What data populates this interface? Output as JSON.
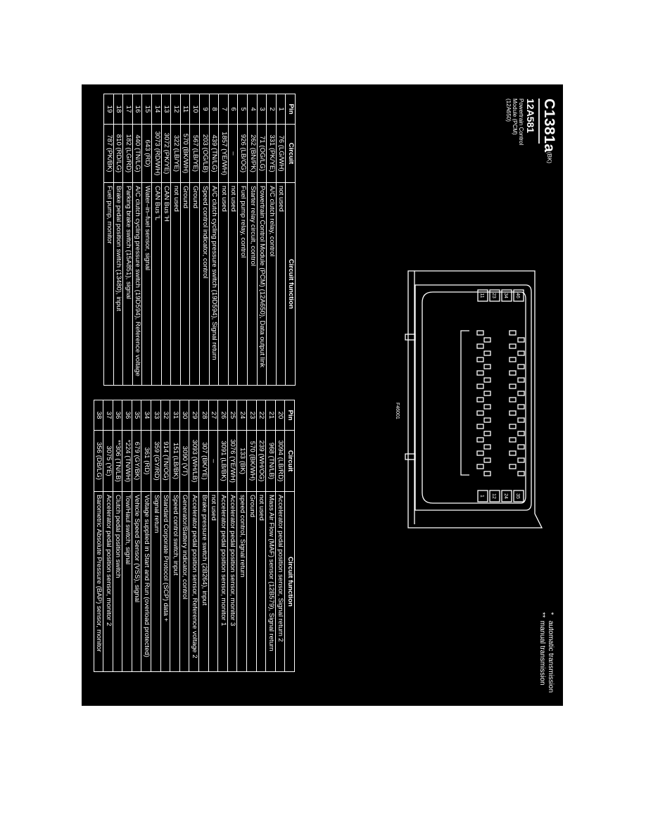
{
  "header": {
    "connector_id": "C1381a",
    "connector_suffix": "(BK)",
    "part_number": "12A581",
    "description": "Powertrain Control Module (PCM) (12A650)"
  },
  "footnotes": [
    {
      "mark": "*",
      "text": "automatic transmission"
    },
    {
      "mark": "**",
      "text": "manual transmission"
    }
  ],
  "figure_label": "F46001",
  "connector_pin_labels": [
    "46",
    "34",
    "23",
    "11",
    "1",
    "12",
    "24",
    "35"
  ],
  "columns": {
    "pin": "Pin",
    "circuit": "Circuit",
    "function": "Circuit function"
  },
  "left_table": [
    {
      "pin": "1",
      "circuit": "76 (LG/WH)",
      "function": "not used"
    },
    {
      "pin": "2",
      "circuit": "331 (PK/YE)",
      "function": "A/C clutch relay, control"
    },
    {
      "pin": "3",
      "circuit": "71 (OG/LG)",
      "function": "Powertrain Control Module (PCM) (12A650), Data output link"
    },
    {
      "pin": "4",
      "circuit": "262 (BN/PK)",
      "function": "Starter relay circuit, control"
    },
    {
      "pin": "5",
      "circuit": "926 (LB/OG)",
      "function": "Fuel pump relay, control"
    },
    {
      "pin": "6",
      "circuit": "–",
      "function": "not used"
    },
    {
      "pin": "7",
      "circuit": "1857 (YE/WH)",
      "function": "not used"
    },
    {
      "pin": "8",
      "circuit": "439 (TN/LG)",
      "function": "A/C clutch cycling pressure switch (19D594), Signal return"
    },
    {
      "pin": "9",
      "circuit": "203 (OG/LB)",
      "function": "Speed control indicator, control"
    },
    {
      "pin": "10",
      "circuit": "567 (LB/YE)",
      "function": "Ground"
    },
    {
      "pin": "11",
      "circuit": "570 (BK/WH)",
      "function": "Ground"
    },
    {
      "pin": "12",
      "circuit": "322 (LB/YE)",
      "function": "not used"
    },
    {
      "pin": "13",
      "circuit": "3072 (PK/YE)",
      "function": "CAN Bus 'H"
    },
    {
      "pin": "14",
      "circuit": "3073 (RD/WH)",
      "function": "CAN Bus 'L"
    },
    {
      "pin": "15",
      "circuit": "643 (RD)",
      "function": "Water–in–fuel sensor, signal"
    },
    {
      "pin": "16",
      "circuit": "440 (TN/LG)",
      "function": "A/C clutch cycling pressure switch (19D594), Reference voltage"
    },
    {
      "pin": "17",
      "circuit": "182 (LG/RD)",
      "function": "Parking brake switch (15A851), signal"
    },
    {
      "pin": "18",
      "circuit": "810 (RD/LG)",
      "function": "Brake pedal position switch (13480), input"
    },
    {
      "pin": "19",
      "circuit": "787 (PK/BK)",
      "function": "Fuel pump, monitor"
    }
  ],
  "right_table": [
    {
      "pin": "20",
      "circuit": "3094 (LB/RD)",
      "function": "Accelerator pedal position sensor, Signal return 2"
    },
    {
      "pin": "21",
      "circuit": "968 (TN/LB)",
      "function": "Mass Air Flow (MAF) sensor (12B579), Signal return"
    },
    {
      "pin": "22",
      "circuit": "239 (WH/OG)",
      "function": "not used"
    },
    {
      "pin": "23",
      "circuit": "570 (BK/WH)",
      "function": "Ground"
    },
    {
      "pin": "24",
      "circuit": "133 (BK)",
      "function": "speed control, Signal return"
    },
    {
      "pin": "25",
      "circuit": "3076 (YE/WH)",
      "function": "Accelerator pedal position sensor, monitor 3"
    },
    {
      "pin": "26",
      "circuit": "3091 (LB/BK)",
      "function": "Accelerator pedal position sensor, monitor 1"
    },
    {
      "pin": "27",
      "circuit": "–",
      "function": "not used"
    },
    {
      "pin": "28",
      "circuit": "307 (BK/YE)",
      "function": "Brake pressure switch (2B264), input"
    },
    {
      "pin": "29",
      "circuit": "3093 (WH/LB)",
      "function": "Accelerator pedal position sensor, Reference voltage 2"
    },
    {
      "pin": "30",
      "circuit": "3090 (VT)",
      "function": "Generator/Battery indicator, control"
    },
    {
      "pin": "31",
      "circuit": "151 (LB/BK)",
      "function": "Speed control switch, input"
    },
    {
      "pin": "32",
      "circuit": "914 (TN/OG)",
      "function": "Standard Corporate Protocol (SCP) data +"
    },
    {
      "pin": "33",
      "circuit": "359 (GY/RD)",
      "function": "Signal return"
    },
    {
      "pin": "34",
      "circuit": "361 (RD)",
      "function": "Voltage supplied in Start and Run (overload protected)"
    },
    {
      "pin": "35",
      "circuit": "679 (GY/BK)",
      "function": "Vehicle Speed Sensor (VSS), signal"
    },
    {
      "pin": "36",
      "circuit": "*224 (TN/WH)",
      "function": "Tow/Haul switch, signal"
    },
    {
      "pin": "36",
      "circuit": "**306 (TN/LB)",
      "function": "Clutch pedal position switch"
    },
    {
      "pin": "37",
      "circuit": "3075 (YE)",
      "function": "Accelerator pedal position sensor, monitor 2"
    },
    {
      "pin": "38",
      "circuit": "356 (DB/LG)",
      "function": "Barometric Absolute Pressure (BAP) sensor, monitor"
    }
  ]
}
